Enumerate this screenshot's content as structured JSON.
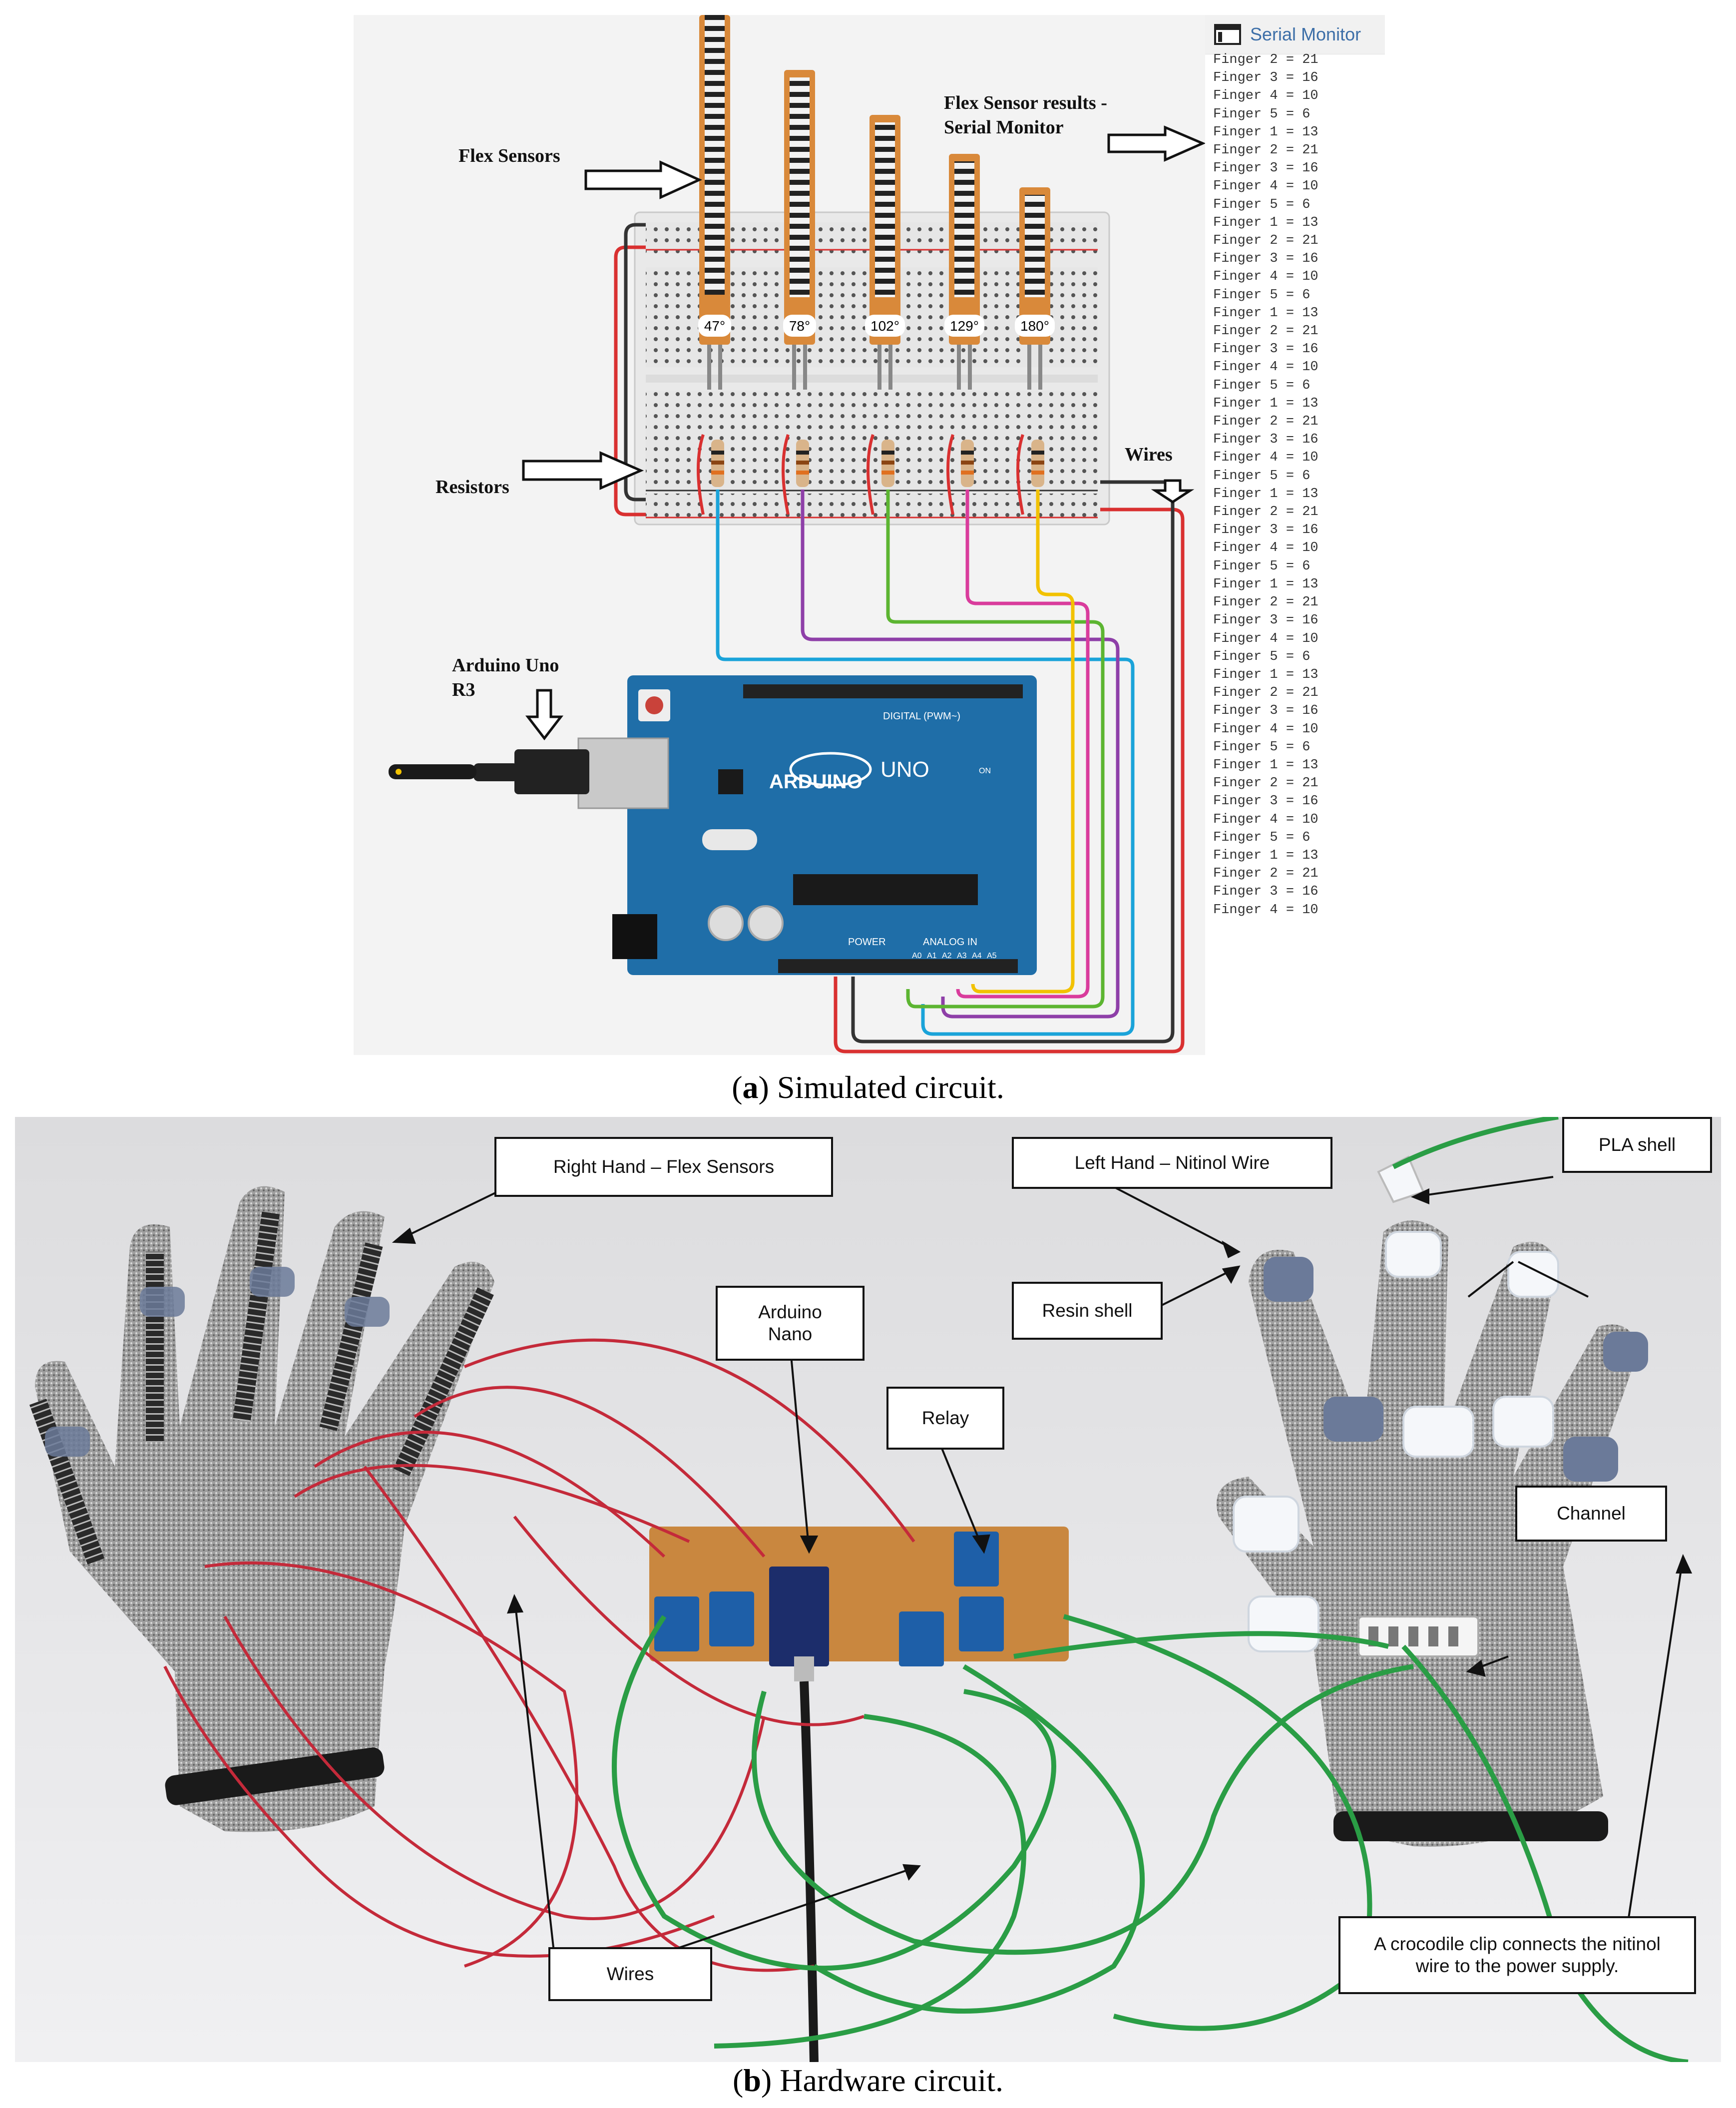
{
  "panel_a": {
    "caption_letter": "a",
    "caption_text": ") Simulated circuit.",
    "caption_open": "(",
    "labels": {
      "flex_sensors": "Flex Sensors",
      "flex_results": "Flex Sensor results -\nSerial Monitor",
      "resistors": "Resistors",
      "wires": "Wires",
      "arduino": "Arduino Uno\nR3"
    },
    "angles": [
      "47°",
      "78°",
      "102°",
      "129°",
      "180°"
    ],
    "board": {
      "brand": "ARDUINO",
      "model": "UNO",
      "digital_label": "DIGITAL (PWM~)",
      "power_label": "POWER",
      "analog_label": "ANALOG IN",
      "analog_pins": [
        "A0",
        "A1",
        "A2",
        "A3",
        "A4",
        "A5"
      ],
      "on_label": "ON"
    },
    "serial_monitor": {
      "title": "Serial Monitor",
      "lines": [
        "Finger 2 = 21",
        "Finger 3 = 16",
        "Finger 4 = 10",
        "Finger 5 = 6",
        "Finger 1 = 13",
        "Finger 2 = 21",
        "Finger 3 = 16",
        "Finger 4 = 10",
        "Finger 5 = 6",
        "Finger 1 = 13",
        "Finger 2 = 21",
        "Finger 3 = 16",
        "Finger 4 = 10",
        "Finger 5 = 6",
        "Finger 1 = 13",
        "Finger 2 = 21",
        "Finger 3 = 16",
        "Finger 4 = 10",
        "Finger 5 = 6",
        "Finger 1 = 13",
        "Finger 2 = 21",
        "Finger 3 = 16",
        "Finger 4 = 10",
        "Finger 5 = 6",
        "Finger 1 = 13",
        "Finger 2 = 21",
        "Finger 3 = 16",
        "Finger 4 = 10",
        "Finger 5 = 6",
        "Finger 1 = 13",
        "Finger 2 = 21",
        "Finger 3 = 16",
        "Finger 4 = 10",
        "Finger 5 = 6",
        "Finger 1 = 13",
        "Finger 2 = 21",
        "Finger 3 = 16",
        "Finger 4 = 10",
        "Finger 5 = 6",
        "Finger 1 = 13",
        "Finger 2 = 21",
        "Finger 3 = 16",
        "Finger 4 = 10",
        "Finger 5 = 6",
        "Finger 1 = 13",
        "Finger 2 = 21",
        "Finger 3 = 16",
        "Finger 4 = 10"
      ]
    }
  },
  "panel_b": {
    "caption_letter": "b",
    "caption_text": ") Hardware circuit.",
    "caption_open": "(",
    "labels": {
      "right_hand": "Right Hand – Flex Sensors",
      "arduino_nano": "Arduino\nNano",
      "relay": "Relay",
      "left_hand": "Left Hand – Nitinol Wire",
      "pla_shell": "PLA shell",
      "resin_shell": "Resin shell",
      "channel": "Channel",
      "wires": "Wires",
      "crocodile": "A crocodile clip connects the nitinol\nwire to the power supply."
    }
  },
  "colors": {
    "wire_blue": "#1aa3d9",
    "wire_purple": "#8e3fa8",
    "wire_green": "#5cb531",
    "wire_magenta": "#d93c9c",
    "wire_yellow": "#f2c200",
    "wire_red": "#d93030",
    "wire_black": "#333333",
    "arduino_blue": "#1f6ea8",
    "flex_orange": "#d9893a",
    "glove_gray": "#9b9b9b",
    "nitinol_green": "#2a9d45"
  }
}
